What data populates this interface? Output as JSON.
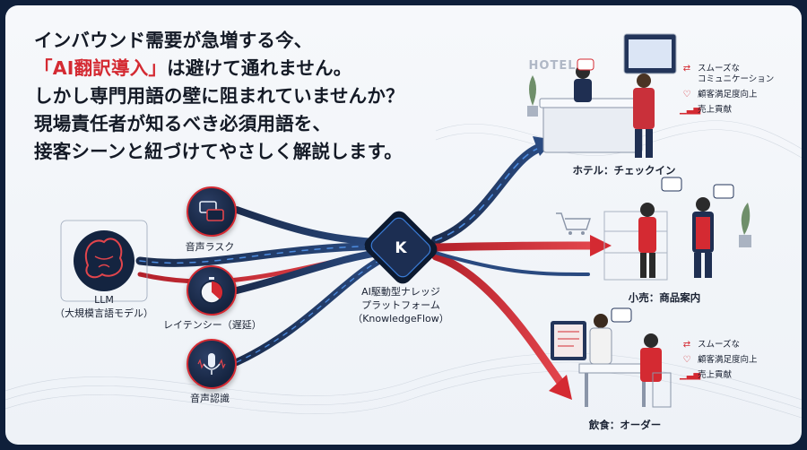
{
  "headline": {
    "line1": "インバウンド需要が急増する今、",
    "line2_highlight": "「AI翻訳導入」",
    "line2_rest": "は避けて通れません。",
    "line3": "しかし専門用語の壁に阻まれていませんか？",
    "line4": "現場責任者が知るべき必須用語を、",
    "line5": "接客シーンと紐づけてやさしく解説します。"
  },
  "nodes": {
    "llm_line1": "LLM",
    "llm_line2": "（大規模言語モデル）",
    "voice_task": "音声ラスク",
    "latency": "レイテンシー（遅延）",
    "speech_recognition": "音声認識"
  },
  "platform": {
    "line1": "AI駆動型ナレッジ",
    "line2": "プラットフォーム",
    "line3": "（KnowledgeFlow）"
  },
  "scenes": {
    "hotel_sign": "HOTEL",
    "hotel": "ホテル：チェックイン",
    "retail": "小売：商品案内",
    "dining": "飲食：オーダー"
  },
  "benefits_top": [
    "スムーズな",
    "コミュニケーション",
    "顧客満足度向上",
    "売上貢献"
  ],
  "benefits_bottom": [
    "スムーズな",
    "顧客満足度向上",
    "売上貢献"
  ],
  "colors": {
    "navy": "#142440",
    "red": "#d42a32",
    "blue": "#3a7bd5"
  }
}
